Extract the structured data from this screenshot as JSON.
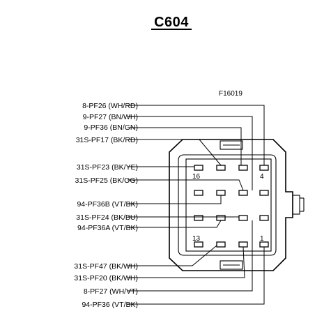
{
  "diagram": {
    "title": "C604",
    "figure_code": "F16019",
    "wires_top": [
      "8-PF26 (WH/RD)",
      "9-PF27 (BN/WH)",
      "9-PF36 (BN/GN)",
      "31S-PF17 (BK/RD)",
      "31S-PF23 (BK/YE)",
      "31S-PF25 (BK/OG)",
      "94-PF36B (VT/BK)",
      "31S-PF24 (BK/BU)",
      "94-PF36A (VT/BK)"
    ],
    "wires_bottom": [
      "31S-PF47 (BK/WH)",
      "31S-PF20 (BK/WH)",
      "8-PF27 (WH/VT)",
      "94-PF36 (VT/BK)"
    ],
    "pin_numbers": {
      "p16": "16",
      "p4": "4",
      "p13": "13",
      "p1": "1"
    }
  }
}
